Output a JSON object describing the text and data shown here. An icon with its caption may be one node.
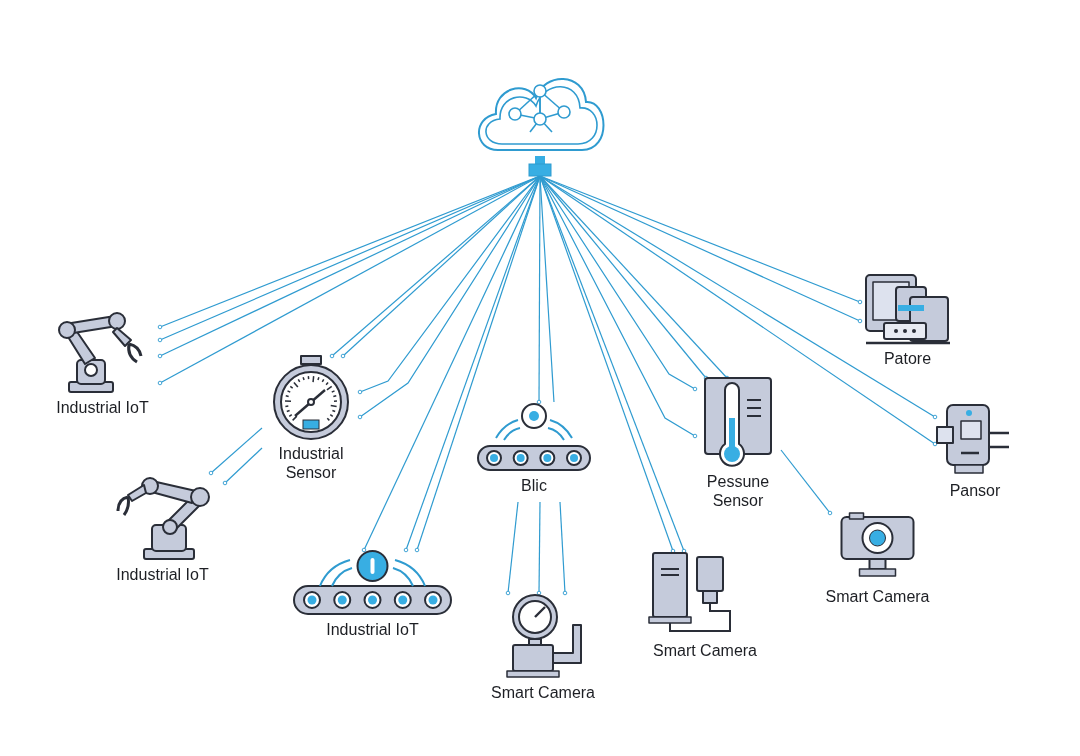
{
  "diagram": {
    "nodes": [
      {
        "text": [],
        "shape": "cloud"
      },
      {
        "text": [
          "Industrial IoT"
        ]
      },
      {
        "text": [
          "Industrial Sensor"
        ]
      },
      {
        "text": [
          "Blic"
        ]
      },
      {
        "text": [
          "Pessune Sensor"
        ]
      },
      {
        "text": [
          "Patore"
        ]
      },
      {
        "text": [
          "Pansor"
        ]
      },
      {
        "text": [
          "Industrial IoT"
        ]
      },
      {
        "text": [
          "Industrial IoT"
        ]
      },
      {
        "text": [
          "Smart Camera"
        ]
      },
      {
        "text": [
          "Smart Camera"
        ]
      },
      {
        "text": [
          "Smart Camera"
        ]
      }
    ],
    "edges": [
      {
        "from": 0,
        "to": 1,
        "arrow": "other"
      },
      {
        "from": 0,
        "to": 1,
        "arrow": "other"
      },
      {
        "from": 0,
        "to": 1,
        "arrow": "other"
      },
      {
        "from": 0,
        "to": 1,
        "arrow": "other"
      },
      {
        "from": 0,
        "to": 2,
        "arrow": "other"
      },
      {
        "from": 0,
        "to": 2,
        "arrow": "other"
      },
      {
        "from": 0,
        "to": 2,
        "arrow": "other"
      },
      {
        "from": 0,
        "to": 2,
        "arrow": "other"
      },
      {
        "from": 0,
        "to": 8,
        "arrow": "other"
      },
      {
        "from": 0,
        "to": 8,
        "arrow": "other"
      },
      {
        "from": 0,
        "to": 8,
        "arrow": "other"
      },
      {
        "from": 0,
        "to": 3,
        "arrow": "other"
      },
      {
        "from": 0,
        "to": 3,
        "arrow": "none"
      },
      {
        "from": 0,
        "to": 4,
        "arrow": "other"
      },
      {
        "from": 0,
        "to": 4,
        "arrow": "other"
      },
      {
        "from": 0,
        "to": 4,
        "arrow": "other"
      },
      {
        "from": 0,
        "to": 4,
        "arrow": "other"
      },
      {
        "from": 0,
        "to": 10,
        "arrow": "other"
      },
      {
        "from": 0,
        "to": 10,
        "arrow": "other"
      },
      {
        "from": 0,
        "to": 5,
        "arrow": "other"
      },
      {
        "from": 0,
        "to": 5,
        "arrow": "other"
      },
      {
        "from": 0,
        "to": 6,
        "arrow": "other"
      },
      {
        "from": 0,
        "to": 6,
        "arrow": "other"
      },
      {
        "from": 2,
        "to": 7,
        "arrow": "other"
      },
      {
        "from": 2,
        "to": 7,
        "arrow": "other"
      },
      {
        "from": 3,
        "to": 9,
        "arrow": "other"
      },
      {
        "from": 3,
        "to": 9,
        "arrow": "other"
      },
      {
        "from": 3,
        "to": 9,
        "arrow": "other"
      },
      {
        "from": 4,
        "to": 11,
        "arrow": "other"
      }
    ]
  }
}
